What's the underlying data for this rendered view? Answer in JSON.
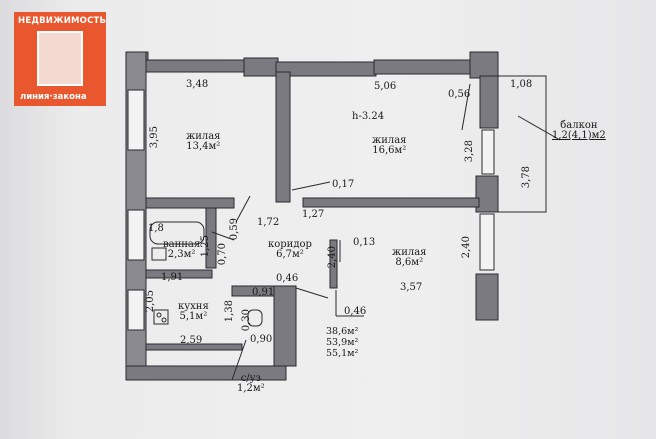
{
  "logo": {
    "top_text": "НЕДВИЖИМОСТЬ",
    "bottom_text": "линия·закона",
    "color": "#e8572e"
  },
  "ceiling": "h-3.24",
  "rooms": {
    "living1": {
      "name": "жилая",
      "area": "13,4м²"
    },
    "living2": {
      "name": "жилая",
      "area": "16,6м²"
    },
    "living3": {
      "name": "жилая",
      "area": "8,6м²"
    },
    "bath": {
      "name": "ванная",
      "area": "2,3м²"
    },
    "corridor": {
      "name": "коридор",
      "area": "6,7м²"
    },
    "kitchen": {
      "name": "кухня",
      "area": "5,1м²"
    },
    "wc": {
      "name": "с/уз",
      "area": "1,2м²"
    },
    "balcony": {
      "name": "балкон",
      "area": "1,2(4,1)м2"
    }
  },
  "dims": {
    "d348": "3,48",
    "d506": "5,06",
    "d108": "1,08",
    "d056": "0,56",
    "d395": "3,95",
    "d328": "3,28",
    "d378": "3,78",
    "d017": "0,17",
    "d172": "1,72",
    "d127": "1,27",
    "d18": "1,8",
    "d059": "0,59",
    "d125": "1,25",
    "d070": "0,70",
    "d013": "0,13",
    "d240a": "2,40",
    "d240b": "2,40",
    "d191": "1,91",
    "d046a": "0,46",
    "d091": "0,91",
    "d357": "3,57",
    "d046b": "0,46",
    "d205": "2,05",
    "d138": "1,38",
    "d030": "0,30",
    "d259": "2,59",
    "d090": "0,90"
  },
  "totals": [
    "38,6м²",
    "53,9м²",
    "55,1м²"
  ]
}
